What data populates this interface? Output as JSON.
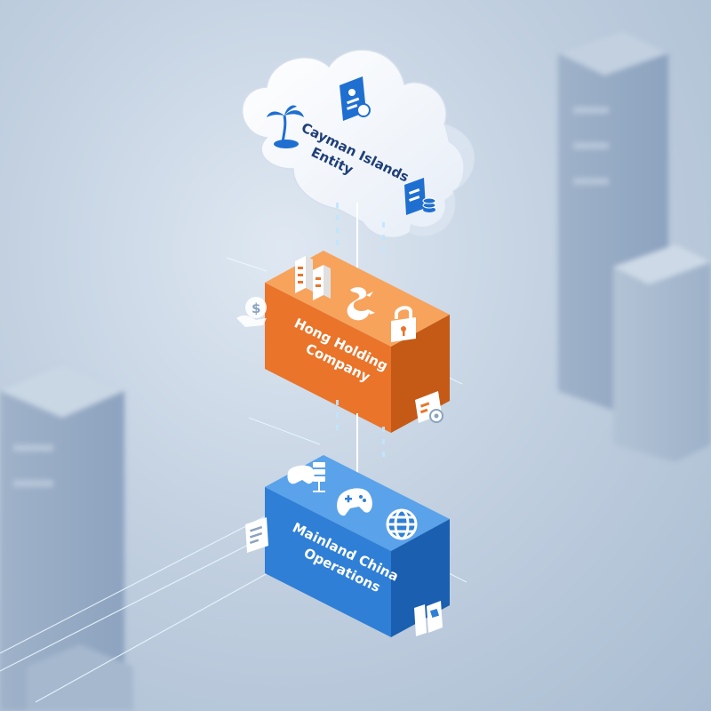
{
  "diagram": {
    "nodes": [
      {
        "id": "cayman",
        "lines": [
          "Cayman Islands",
          "Entity"
        ],
        "color": "#ffffff",
        "text_color": "#1f3f78"
      },
      {
        "id": "hk",
        "lines": [
          "Hong Holding",
          "Company"
        ],
        "color": "#e9742a",
        "text_color": "#ffffff"
      },
      {
        "id": "mainland",
        "lines": [
          "Mainland China",
          "Operations"
        ],
        "color": "#2f7fd6",
        "text_color": "#ffffff"
      }
    ],
    "edges": [
      {
        "from": "cayman",
        "to": "hk"
      },
      {
        "from": "hk",
        "to": "mainland"
      }
    ],
    "icons": {
      "cayman": [
        "palm-tree-icon",
        "profile-document-icon",
        "finance-document-icon"
      ],
      "hk": [
        "buildings-icon",
        "dragon-icon",
        "padlock-icon",
        "money-hand-icon",
        "id-card-icon"
      ],
      "mainland": [
        "game-server-icon",
        "gamepad-icon",
        "globe-icon",
        "document-icon",
        "mobile-device-icon"
      ]
    }
  },
  "colors": {
    "arrow": "#ffffff",
    "accent_light": "#bfe6ff",
    "background": "#c3d1e1"
  }
}
